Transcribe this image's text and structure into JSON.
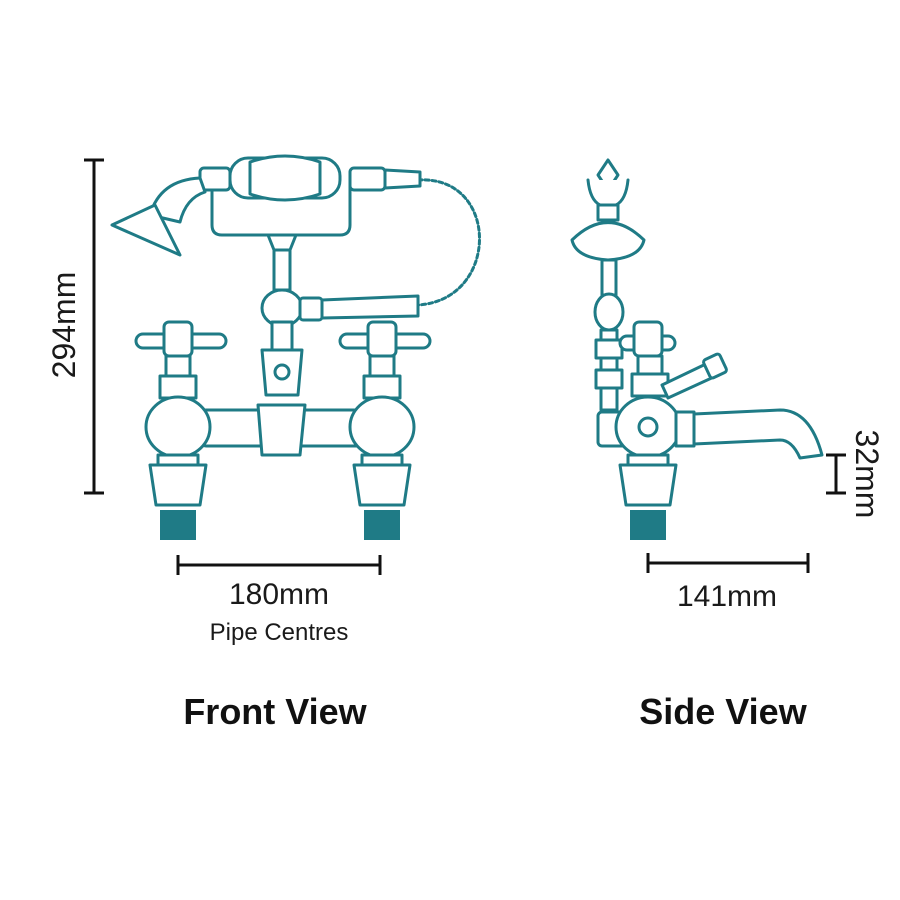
{
  "colors": {
    "accent": "#1f7b86",
    "text": "#111111"
  },
  "front_view": {
    "title": "Front View",
    "height_label": "294mm",
    "width_label": "180mm",
    "width_sublabel": "Pipe Centres"
  },
  "side_view": {
    "title": "Side View",
    "spout_height_label": "32mm",
    "depth_label": "141mm"
  }
}
